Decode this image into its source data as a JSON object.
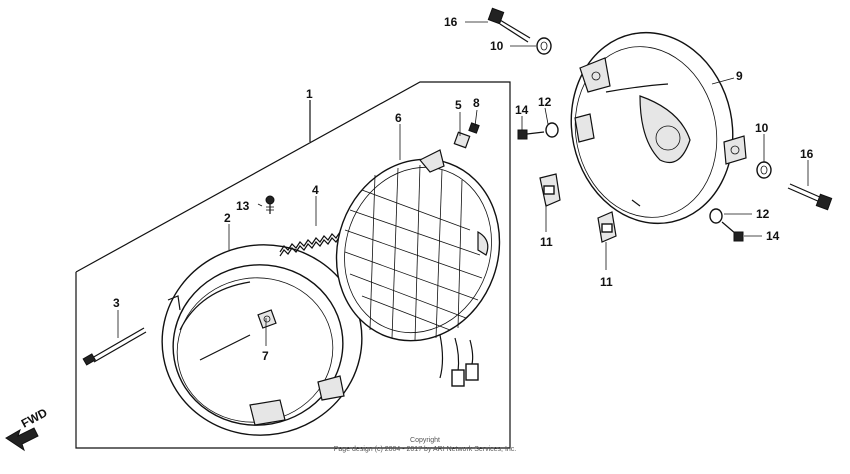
{
  "diagram": {
    "fwd_label": "FWD",
    "copyright_line1": "Copyright",
    "copyright_line2": "Page design (c) 2004 - 2017 by ARI Network Services, Inc.",
    "callouts": {
      "c1": "1",
      "c2": "2",
      "c3": "3",
      "c4": "4",
      "c5": "5",
      "c6": "6",
      "c7": "7",
      "c8": "8",
      "c9": "9",
      "c10a": "10",
      "c10b": "10",
      "c11a": "11",
      "c11b": "11",
      "c12a": "12",
      "c12b": "12",
      "c13": "13",
      "c14a": "14",
      "c14b": "14",
      "c16a": "16",
      "c16b": "16"
    }
  }
}
